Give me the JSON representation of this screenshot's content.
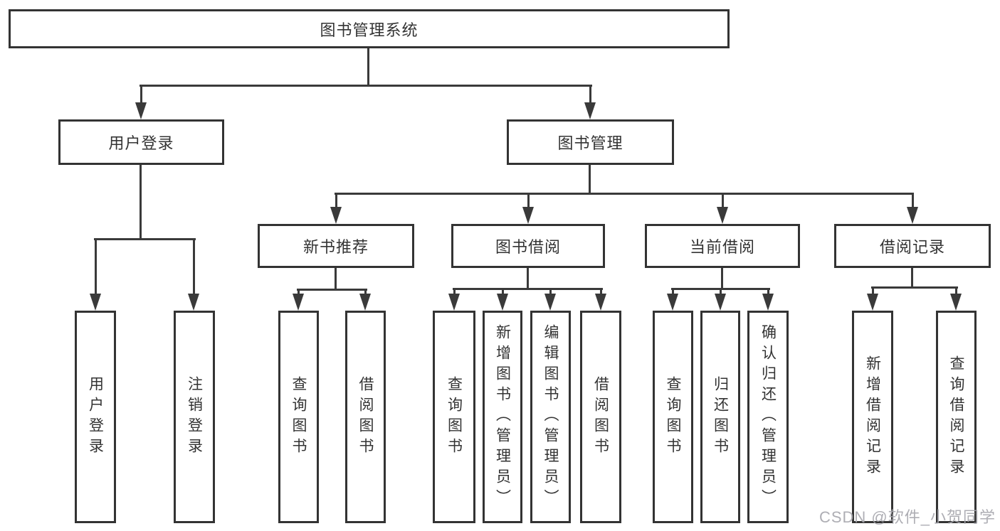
{
  "tree": {
    "label": "图书管理系统",
    "children": [
      {
        "label": "用户登录",
        "children": [
          {
            "label": "用户登录"
          },
          {
            "label": "注销登录"
          }
        ]
      },
      {
        "label": "图书管理",
        "children": [
          {
            "label": "新书推荐",
            "children": [
              {
                "label": "查询图书"
              },
              {
                "label": "借阅图书"
              }
            ]
          },
          {
            "label": "图书借阅",
            "children": [
              {
                "label": "查询图书"
              },
              {
                "label": "新增图书（管理员）"
              },
              {
                "label": "编辑图书（管理员）"
              },
              {
                "label": "借阅图书"
              }
            ]
          },
          {
            "label": "当前借阅",
            "children": [
              {
                "label": "查询图书"
              },
              {
                "label": "归还图书"
              },
              {
                "label": "确认归还（管理员）"
              }
            ]
          },
          {
            "label": "借阅记录",
            "children": [
              {
                "label": "新增借阅记录"
              },
              {
                "label": "查询借阅记录"
              }
            ]
          }
        ]
      }
    ]
  },
  "watermark": {
    "text": "CSDN @软件_小贺同学"
  },
  "colors": {
    "line": "#3a3a3a",
    "box_border": "#333333",
    "text": "#333333",
    "background": "#ffffff",
    "watermark": "#a5a5ac"
  }
}
